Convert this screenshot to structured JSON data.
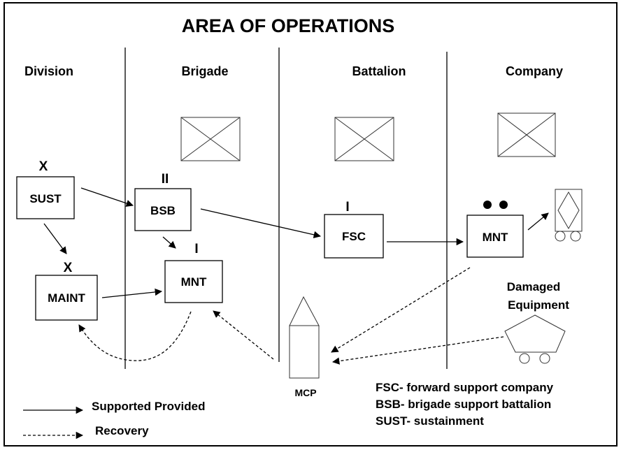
{
  "title": "AREA OF OPERATIONS",
  "columns": {
    "division": "Division",
    "brigade": "Brigade",
    "battalion": "Battalion",
    "company": "Company"
  },
  "units": {
    "sust": "SUST",
    "maint": "MAINT",
    "bsb": "BSB",
    "mnt_brigade": "MNT",
    "fsc": "FSC",
    "mnt_company": "MNT",
    "mcp": "MCP"
  },
  "echelons": {
    "sust": "X",
    "maint": "X",
    "bsb": "II",
    "mnt_brigade": "I",
    "fsc": "I"
  },
  "damaged_equipment": [
    "Damaged",
    "Equipment"
  ],
  "legend": {
    "supported": "Supported Provided",
    "recovery": "Recovery"
  },
  "abbreviations": [
    "FSC- forward support company",
    "BSB- brigade support battalion",
    "SUST- sustainment"
  ],
  "icons": {
    "unit_symbol": "crossed-rectangle-icon",
    "company_echelon": "two-dots-icon",
    "vehicle": "wheeled-vehicle-icon",
    "damaged_vehicle": "pentagon-vehicle-icon",
    "mcp": "mcp-tower-icon"
  },
  "colors": {
    "stroke": "#000000",
    "background": "#ffffff"
  }
}
